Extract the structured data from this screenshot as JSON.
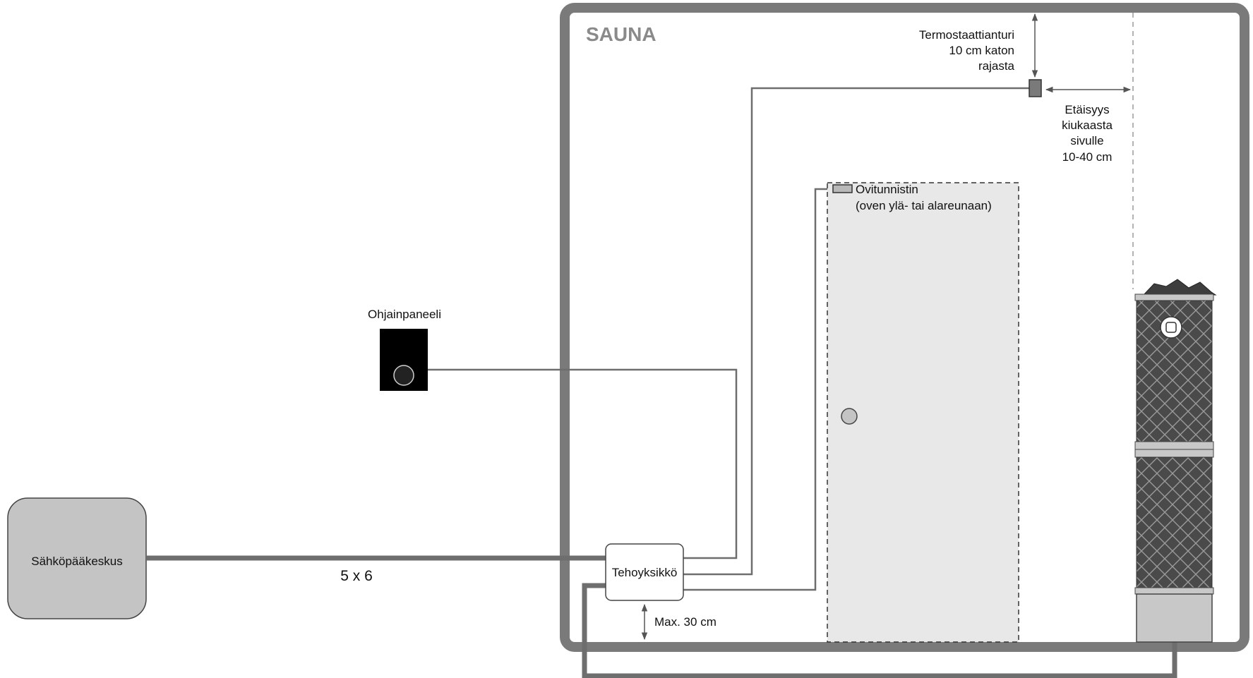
{
  "room": {
    "title": "SAUNA"
  },
  "labels": {
    "main_panel": "Sähköpääkeskus",
    "cable_spec": "5 x 6",
    "power_unit": "Tehoyksikkö",
    "max_distance": "Max. 30 cm",
    "control_panel": "Ohjainpaneeli",
    "door_sensor": [
      "Ovitunnistin",
      "(oven ylä- tai alareunaan)"
    ],
    "thermostat_sensor": [
      "Termostaattianturi",
      "10 cm katon",
      "rajasta"
    ],
    "heater_distance": [
      "Etäisyys",
      "kiukaasta",
      "sivulle",
      "10-40 cm"
    ]
  },
  "colors": {
    "wall": "#7a7a7a",
    "wire": "#6e6e6e",
    "main_panel_fill": "#c4c4c4",
    "door_fill": "#e8e8e8",
    "heater_dark": "#4a4a4a",
    "heater_light": "#c8c8c8",
    "control_panel_fill": "#000000",
    "room_title": "#8a8a8a"
  }
}
